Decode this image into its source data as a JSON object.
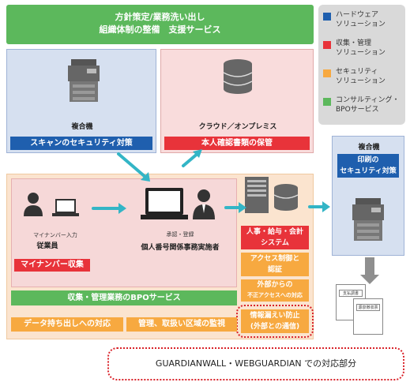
{
  "top_banner": {
    "line1": "方針策定/業務洗い出し",
    "line2": "組織体制の整備　支援サービス"
  },
  "legend": {
    "items": [
      {
        "label1": "ハードウェア",
        "label2": "ソリューション",
        "color": "#1f5fae"
      },
      {
        "label1": "収集・管理",
        "label2": "ソリューション",
        "color": "#e8333a"
      },
      {
        "label1": "セキュリティ",
        "label2": "ソリューション",
        "color": "#f7a940"
      },
      {
        "label1": "コンサルティング・",
        "label2": "BPOサービス",
        "color": "#5cb85c"
      }
    ]
  },
  "mfp_box": {
    "title": "複合機",
    "bar": "スキャンのセキュリティ対策"
  },
  "cloud_box": {
    "title": "クラウド／オンプレミス",
    "bar": "本人確認書類の保管"
  },
  "print_box": {
    "title": "複合機",
    "bar1": "印刷の",
    "bar2": "セキュリティ対策"
  },
  "employee": {
    "caption": "マイナンバー入力",
    "label": "従業員",
    "bar": "マイナンバー収集"
  },
  "officer": {
    "caption": "承認・登録",
    "label": "個人番号関係事務実施者"
  },
  "system_column": {
    "item1_l1": "人事・給与・会計",
    "item1_l2": "システム",
    "item2_l1": "アクセス制御と",
    "item2_l2": "認証",
    "item3_l1": "外部からの",
    "item3_l2": "不正アクセスへの対応",
    "item4_l1": "情報漏えい防止",
    "item4_l2": "(外部との通信)"
  },
  "bpo_bar": "収集・管理業務のBPOサービス",
  "bottom_bars": {
    "left": "データ持ち出しへの対応",
    "right": "管理、取扱い区域の監視"
  },
  "docs": {
    "doc1": "支払調書",
    "doc2": "源泉徴収票"
  },
  "footer_note": "GUARDIANWALL・WEBGUARDIAN での対応部分"
}
